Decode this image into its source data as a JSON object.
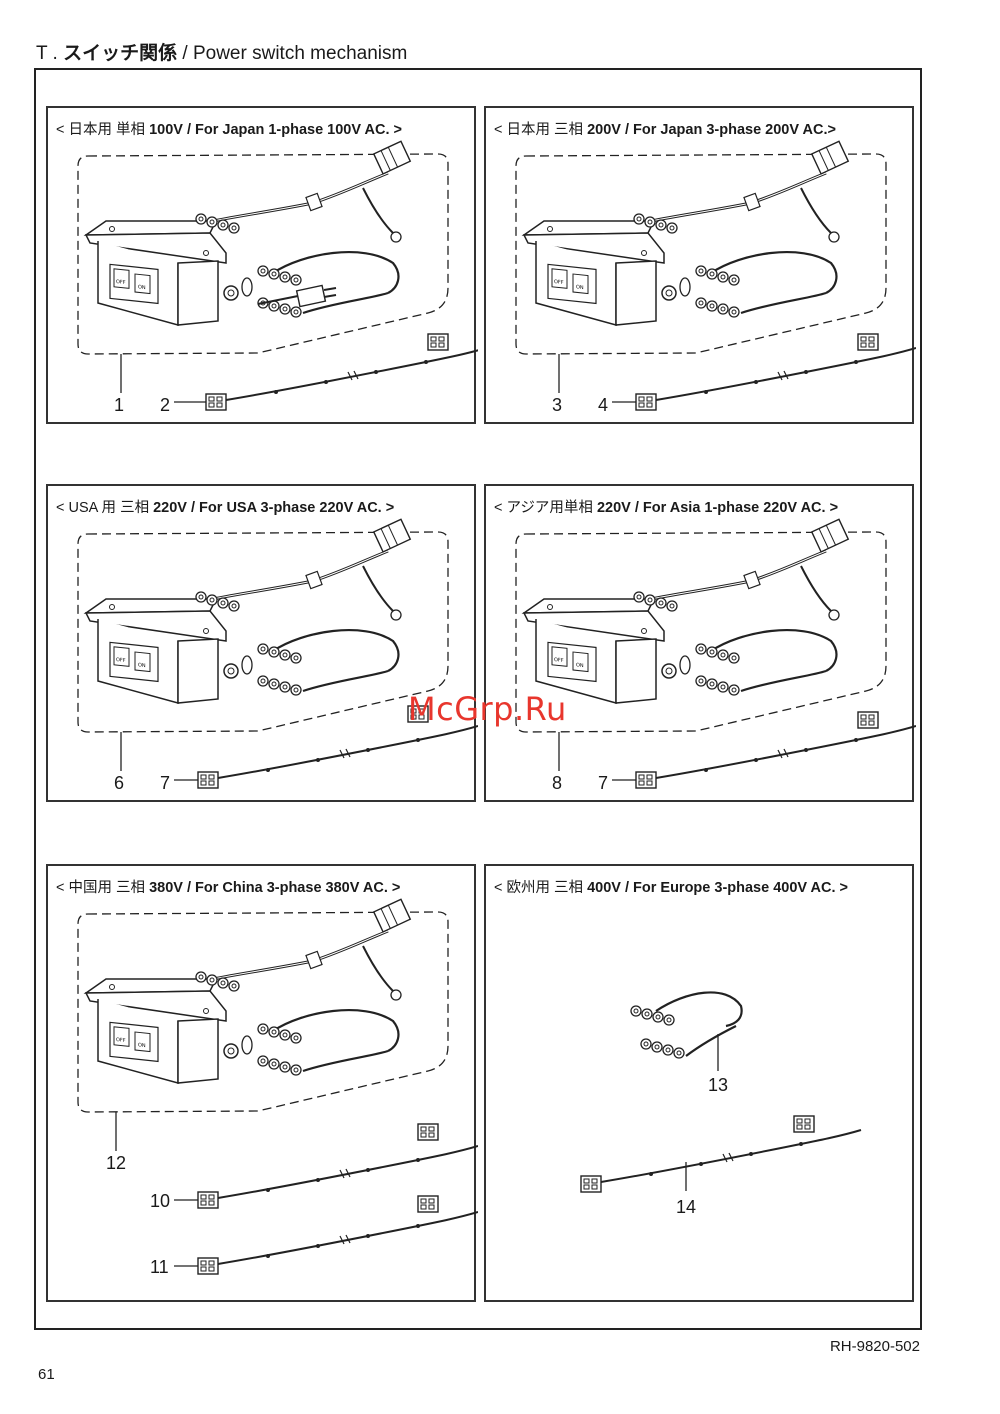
{
  "header": {
    "prefix": "T .",
    "title_ja": "スイッチ関係",
    "separator": "/",
    "title_en": "Power switch mechanism"
  },
  "panels": [
    {
      "label_ja": "< 日本用 単相",
      "label_en": "100V / For Japan 1-phase 100V AC. >",
      "callouts": [
        "1",
        "2"
      ]
    },
    {
      "label_ja": "< 日本用 三相",
      "label_en": "200V / For Japan 3-phase 200V AC.>",
      "callouts": [
        "3",
        "4"
      ]
    },
    {
      "label_ja": "< USA 用 三相",
      "label_en": "220V / For USA 3-phase 220V AC. >",
      "callouts": [
        "6",
        "7"
      ]
    },
    {
      "label_ja": "< アジア用単相",
      "label_en": "220V / For Asia 1-phase 220V AC. >",
      "callouts": [
        "8",
        "7"
      ]
    },
    {
      "label_ja": "< 中国用 三相",
      "label_en": "380V / For China 3-phase 380V AC. >",
      "callouts": [
        "12",
        "10",
        "11"
      ]
    },
    {
      "label_ja": "< 欧州用 三相",
      "label_en": "400V / For Europe 3-phase 400V AC. >",
      "callouts": [
        "13",
        "14"
      ]
    }
  ],
  "switch_labels": {
    "off": "OFF",
    "on": "ON"
  },
  "footer": {
    "doc_code": "RH-9820-502",
    "page_number": "61"
  },
  "watermark": "McGrp.Ru"
}
